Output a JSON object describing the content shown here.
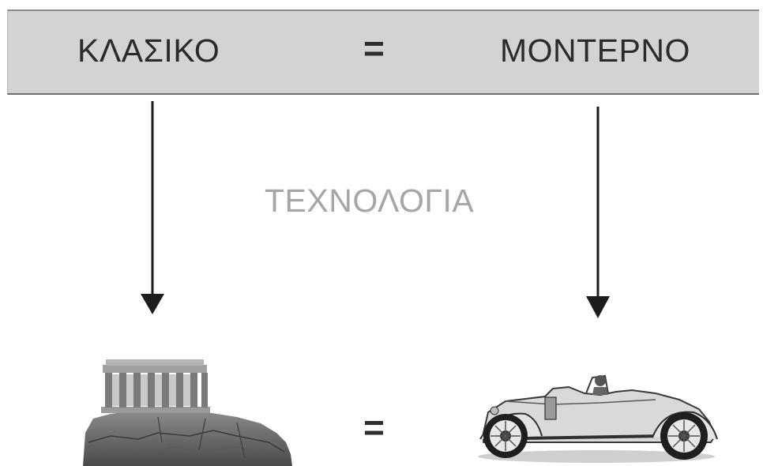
{
  "banner": {
    "left_word": "ΚΛΑΣΙΚΟ",
    "equals": "=",
    "right_word": "ΜΟΝΤΕΡΝΟ"
  },
  "middle": {
    "label": "ΤΕΧΝΟΛΟΓΙΑ"
  },
  "bottom": {
    "equals": "=",
    "left_image": "parthenon-temple",
    "right_image": "vintage-car"
  }
}
